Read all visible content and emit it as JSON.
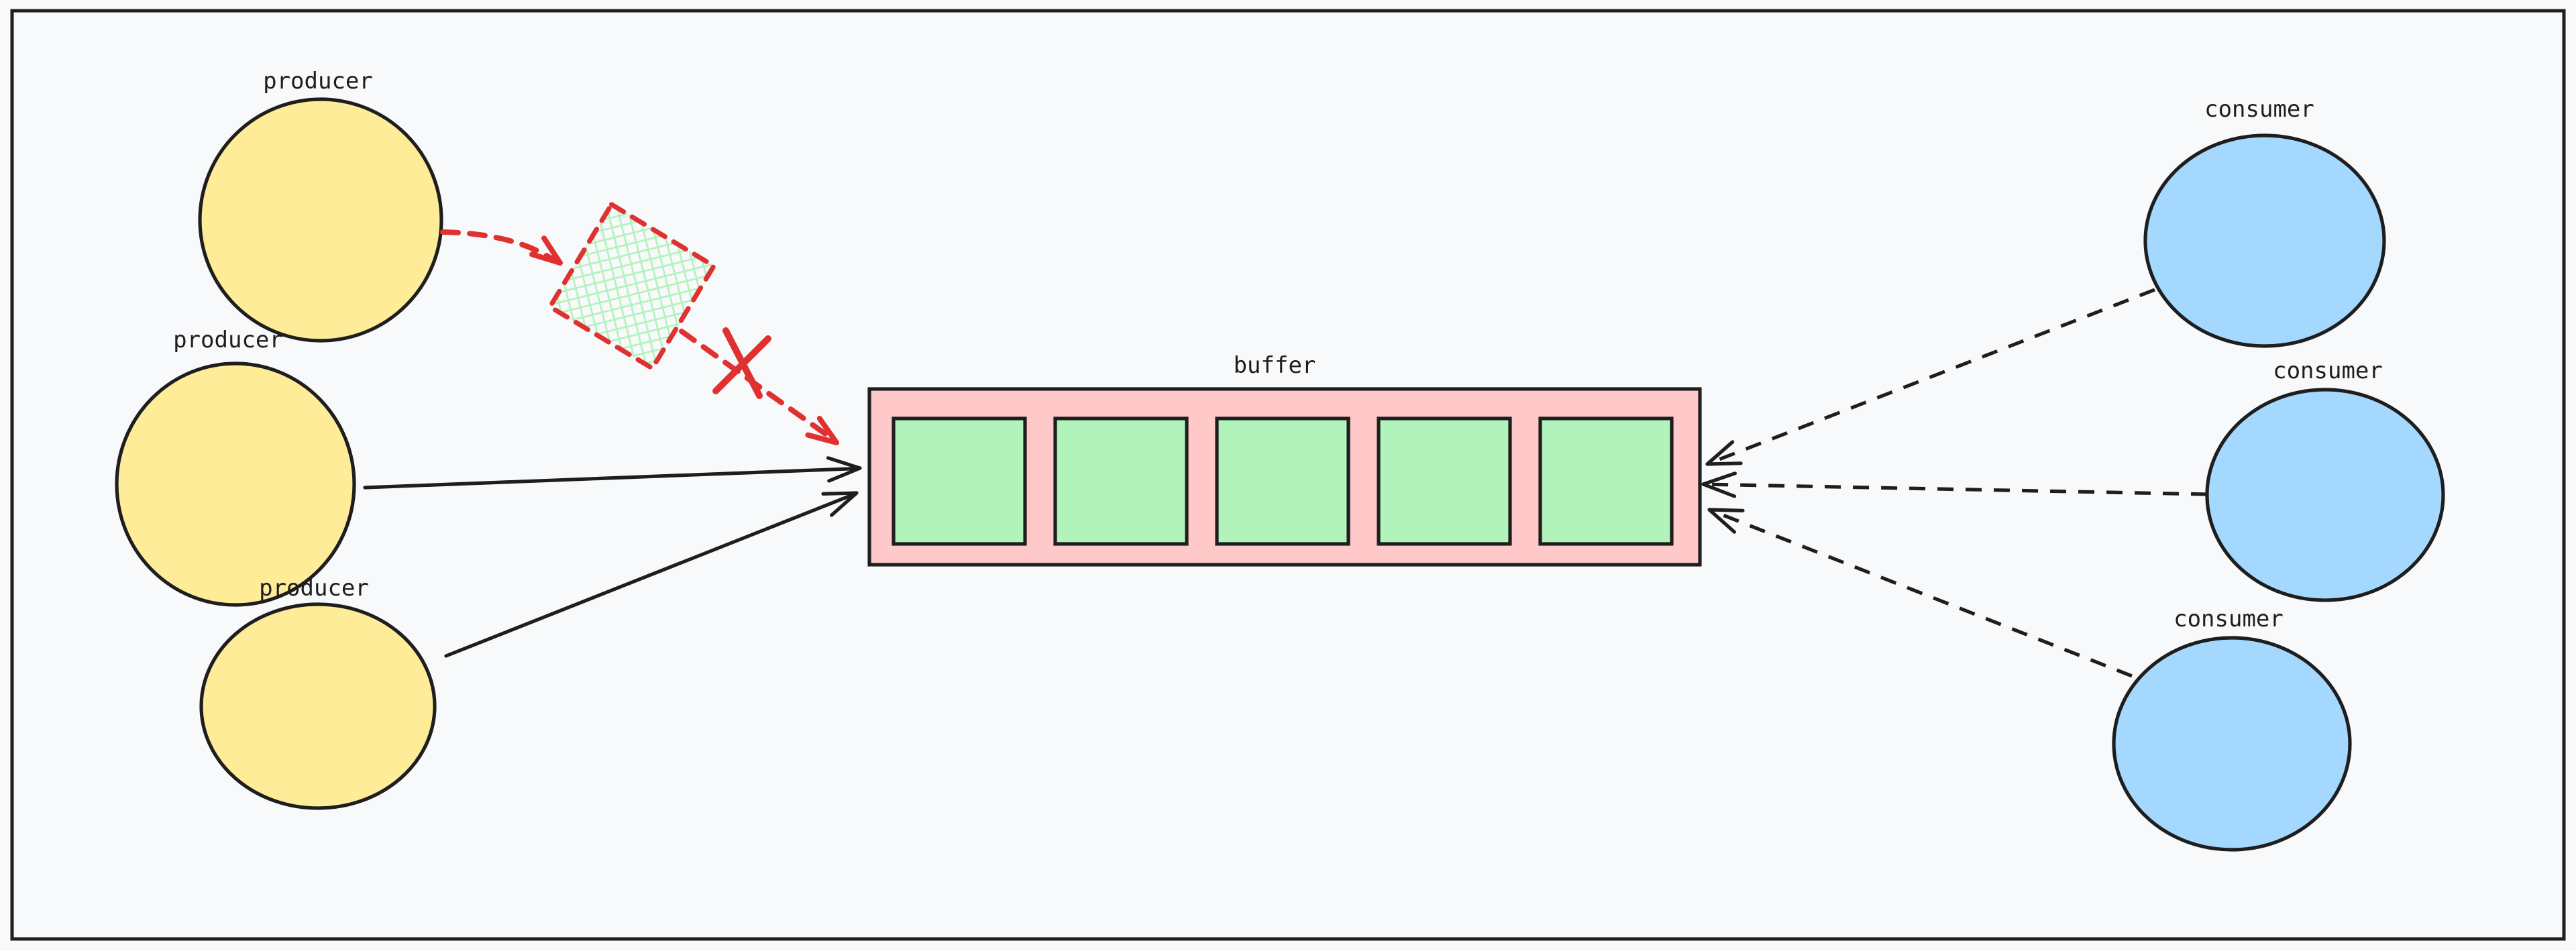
{
  "diagram": {
    "background_color": "#f8f9fa",
    "stroke_color": "#1e1e1e",
    "producer_fill": "#ffec99",
    "consumer_fill": "#a5d8ff",
    "producers": [
      {
        "label": "producer"
      },
      {
        "label": "producer"
      },
      {
        "label": "producer"
      }
    ],
    "consumers": [
      {
        "label": "consumer"
      },
      {
        "label": "consumer"
      },
      {
        "label": "consumer"
      }
    ],
    "buffer": {
      "label": "buffer",
      "slot_count": 5,
      "fill": "#ffc9c9",
      "slot_fill": "#b2f2bb"
    },
    "blocked": {
      "color": "#e03131",
      "hatch_color": "#b2f2bb"
    }
  }
}
